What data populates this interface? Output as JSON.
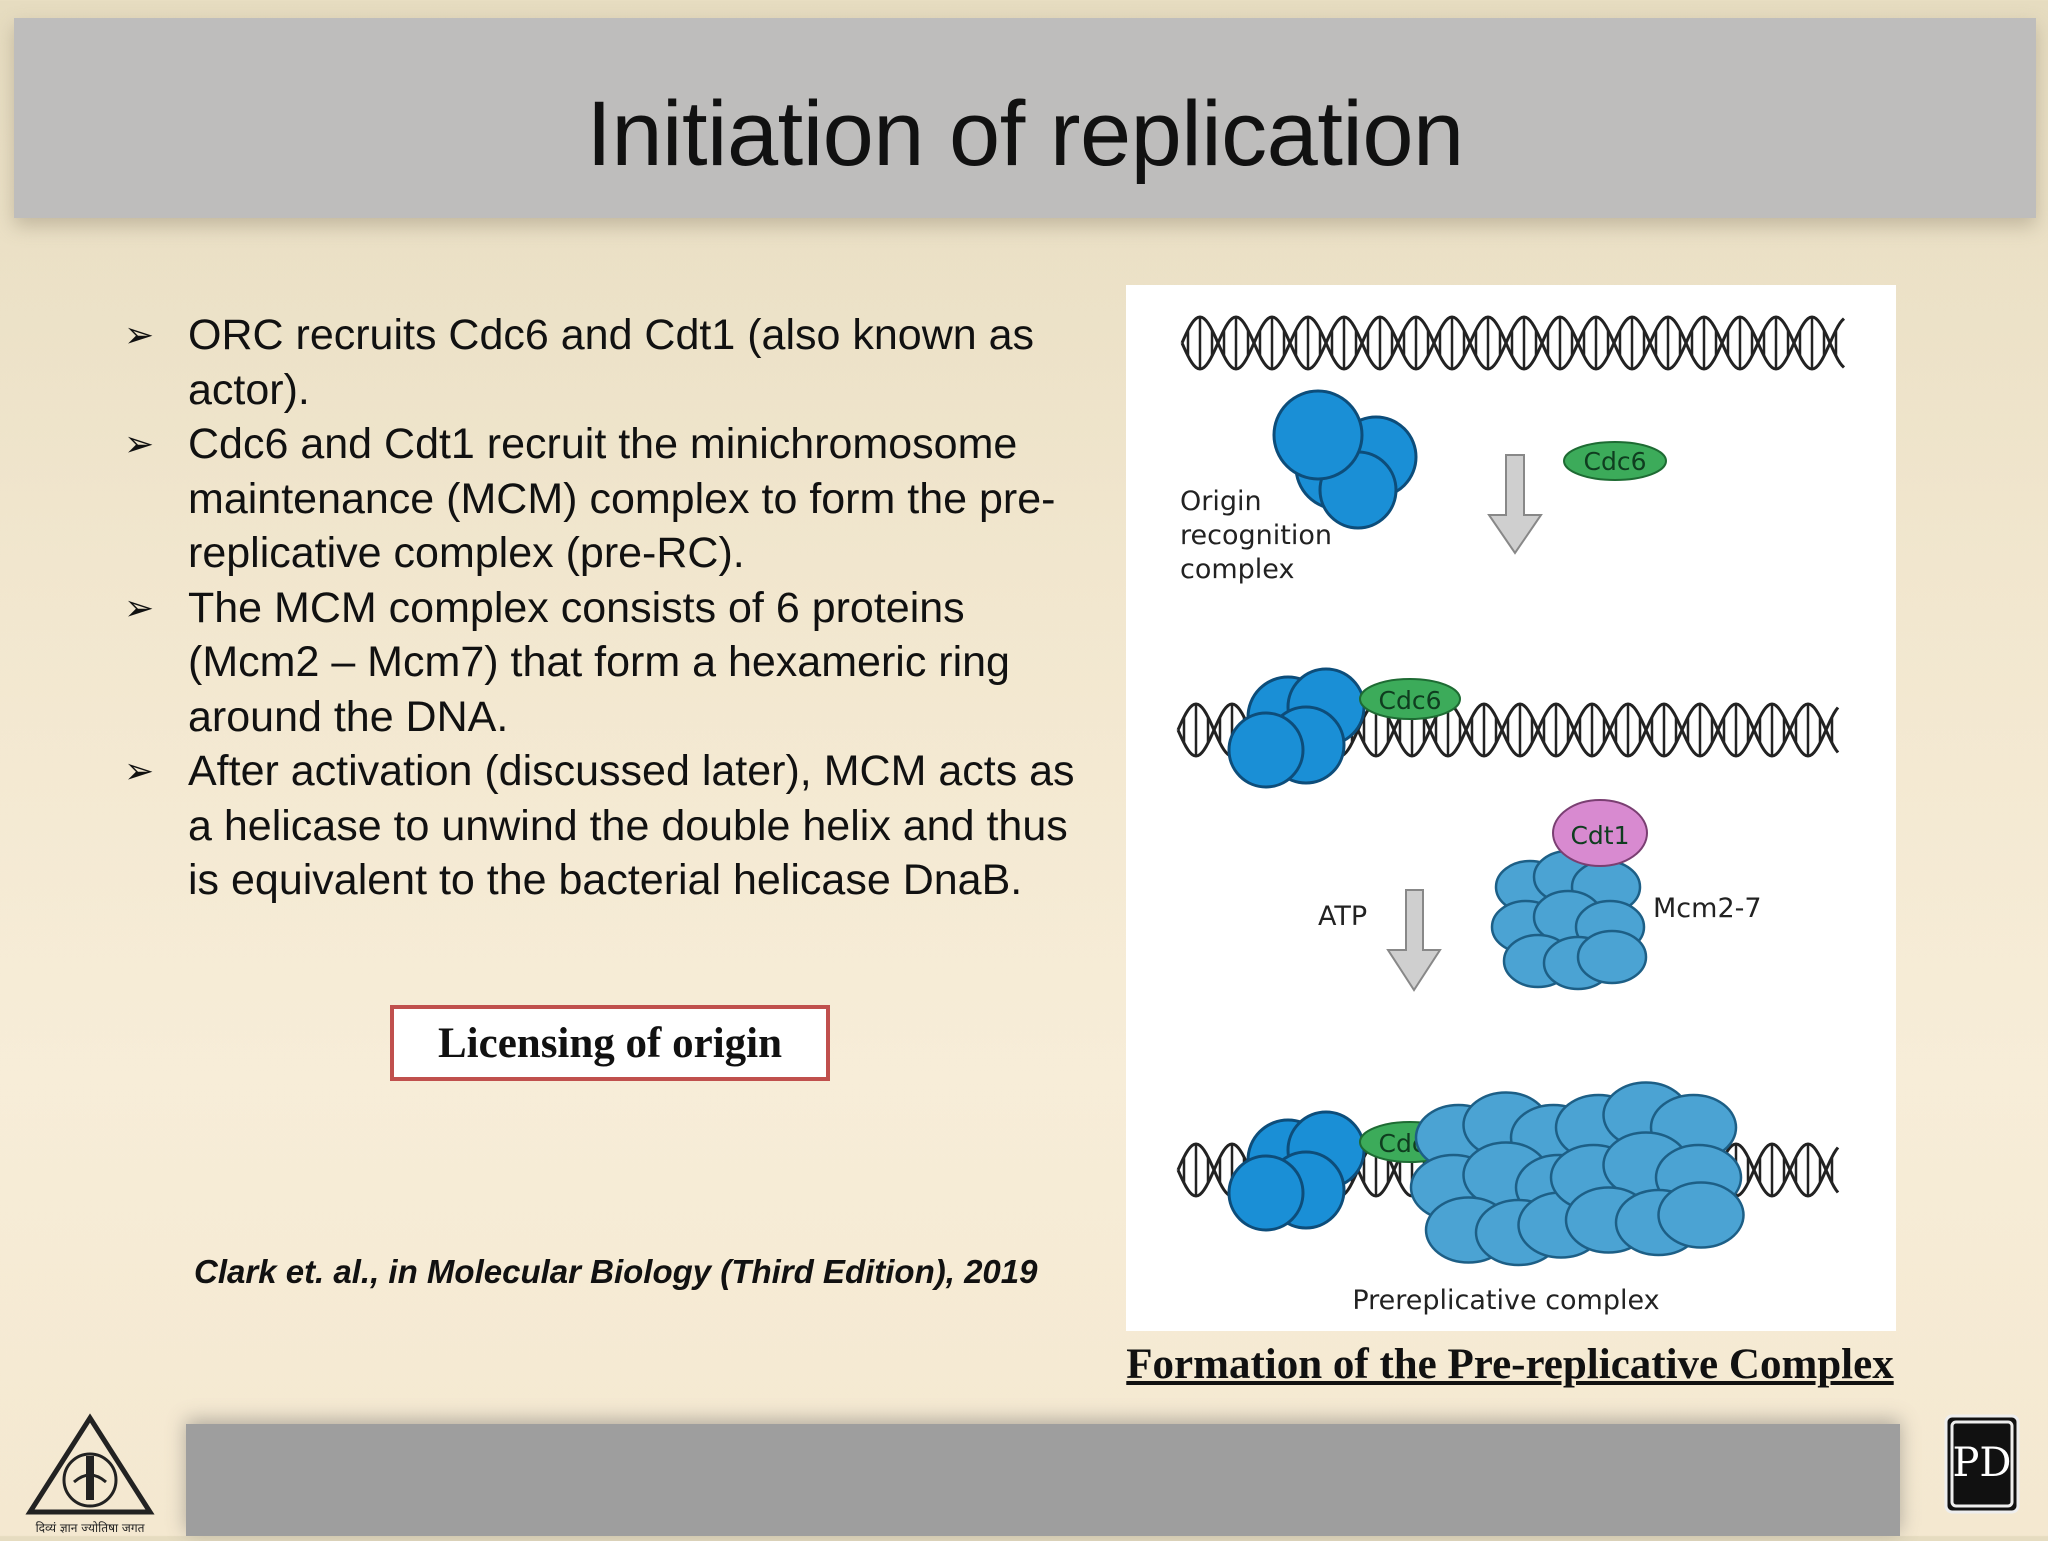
{
  "slide": {
    "title": "Initiation of replication",
    "bullet_glyph": "➢",
    "bullets": [
      "ORC recruits Cdc6 and Cdt1 (also known as actor).",
      "Cdc6 and Cdt1 recruit the minichromosome maintenance (MCM) complex to form the pre-replicative complex (pre-RC).",
      "The MCM complex consists of 6 proteins (Mcm2 – Mcm7) that form a hexameric ring around the DNA.",
      "After activation (discussed later), MCM acts as a helicase to unwind the double helix and thus is equivalent to the bacterial helicase DnaB."
    ],
    "highlight_box": "Licensing of origin",
    "citation": "Clark et. al., in Molecular Biology (Third Edition), 2019",
    "figure_caption": "Formation of the Pre-replicative Complex"
  },
  "figure": {
    "labels": {
      "orc": [
        "Origin",
        "recognition",
        "complex"
      ],
      "cdc6": "Cdc6",
      "cdt1": "Cdt1",
      "mcm": "Mcm2-7",
      "atp": "ATP",
      "prerc": "Prereplicative complex"
    },
    "colors": {
      "orc_blue": "#1a8fd6",
      "cdc6_green": "#3cab5a",
      "cdt1_pink": "#d88ad0",
      "mcm_blue": "#4ba3d3",
      "arrow_gray": "#cccccc"
    }
  },
  "logos": {
    "left_icon": "institute-emblem-icon",
    "left_caption": "दिव्यं ज्ञान ज्योतिषा जगत",
    "right_letters": "PD"
  }
}
